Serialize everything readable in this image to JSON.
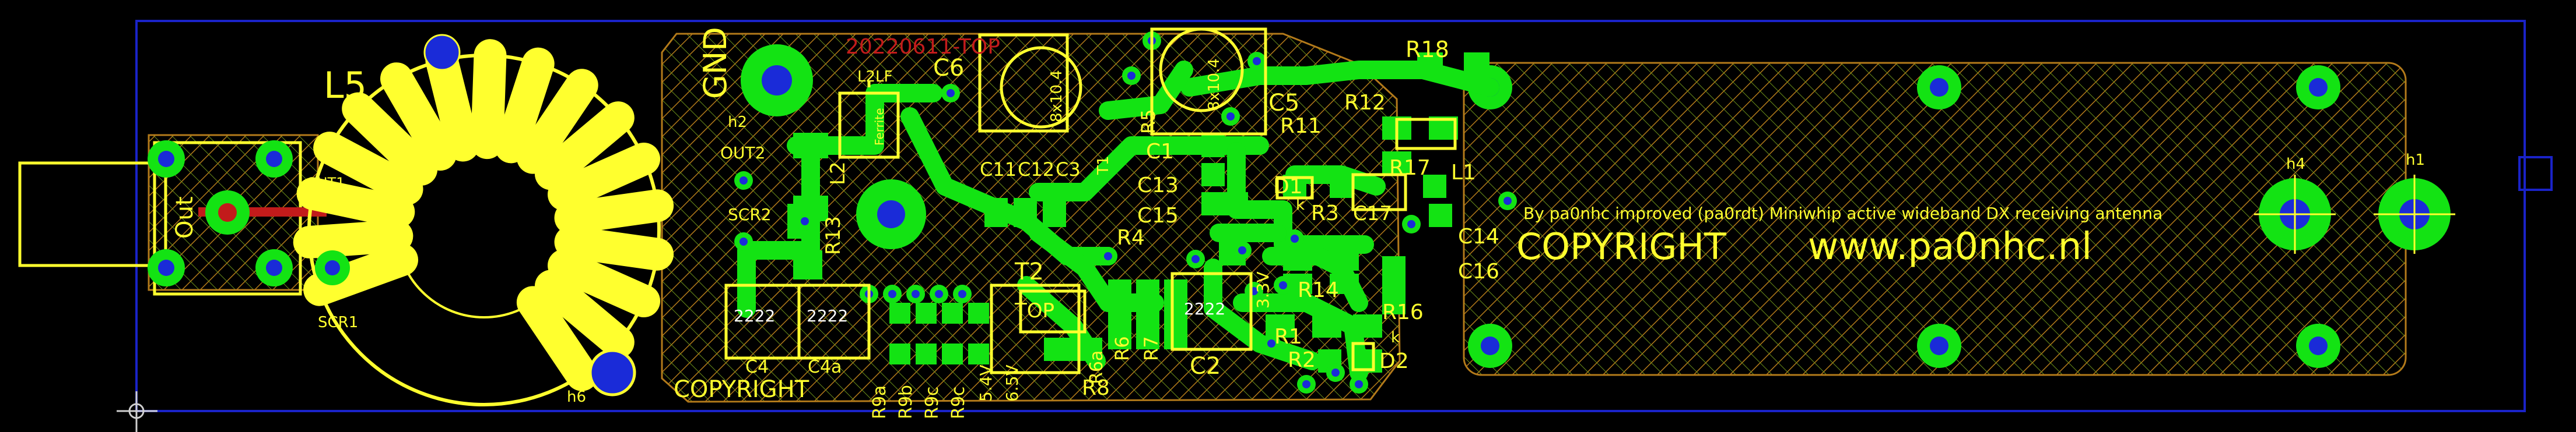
{
  "board": {
    "silkscreen_color": "#ffff2e",
    "copper_color": "#13e313",
    "via_color": "#1a2bd8",
    "outline_color": "#1a23c8",
    "background": "#000000",
    "hatch_color": "#b37a1a"
  },
  "texts": {
    "l5": "L5",
    "gnd": "GND",
    "date": "20220611-TOP",
    "l2lf": "L2LF",
    "c6": "C6",
    "c5": "C5",
    "h2": "h2",
    "out": "Out",
    "out1": "OUT1",
    "out2": "OUT2",
    "scr1": "SCR1",
    "scr2": "SCR2",
    "l2": "L2",
    "r13": "R13",
    "t2": "T2",
    "t1": "T1",
    "r18": "R18",
    "r12": "R12",
    "r11": "R11",
    "r17": "R17",
    "r3": "R3",
    "r4": "R4",
    "r14": "R14",
    "r16": "R16",
    "r1": "R1",
    "r2": "R2",
    "d1": "D1",
    "d2": "D2",
    "l1": "L1",
    "c1": "C1",
    "c2": "C2",
    "c3": "C3",
    "c4": "C4",
    "c4a": "C4a",
    "c11": "C11",
    "c12": "C12",
    "c13": "C13",
    "c14": "C14",
    "c15": "C15",
    "c16": "C16",
    "c17": "C17",
    "r5": "R5",
    "r6": "R6",
    "r7": "R7",
    "r8": "R8",
    "r6a": "R6a",
    "r9a": "R9a",
    "r9b": "R9b",
    "r9c": "R9c",
    "r9e": "R9c",
    "top": "TOP",
    "v54": "5.4V",
    "v65": "6.5V",
    "v33": "3.3V",
    "k1": "k",
    "k2": "k",
    "c_2222a": "2222",
    "c_2222b": "2222",
    "c_2222c": "2222",
    "trim_a": "8x10.4",
    "trim_b": "8x10.4",
    "coil_ferrite": "Ferrite",
    "h1": "h1",
    "h4": "h4",
    "h6": "h6",
    "attribution": "By pa0nhc improved (pa0rdt) Miniwhip active wideband DX receiving antenna",
    "copyright_right": "COPYRIGHT",
    "website": "www.pa0nhc.nl",
    "copyright_left": "COPYRIGHT"
  }
}
